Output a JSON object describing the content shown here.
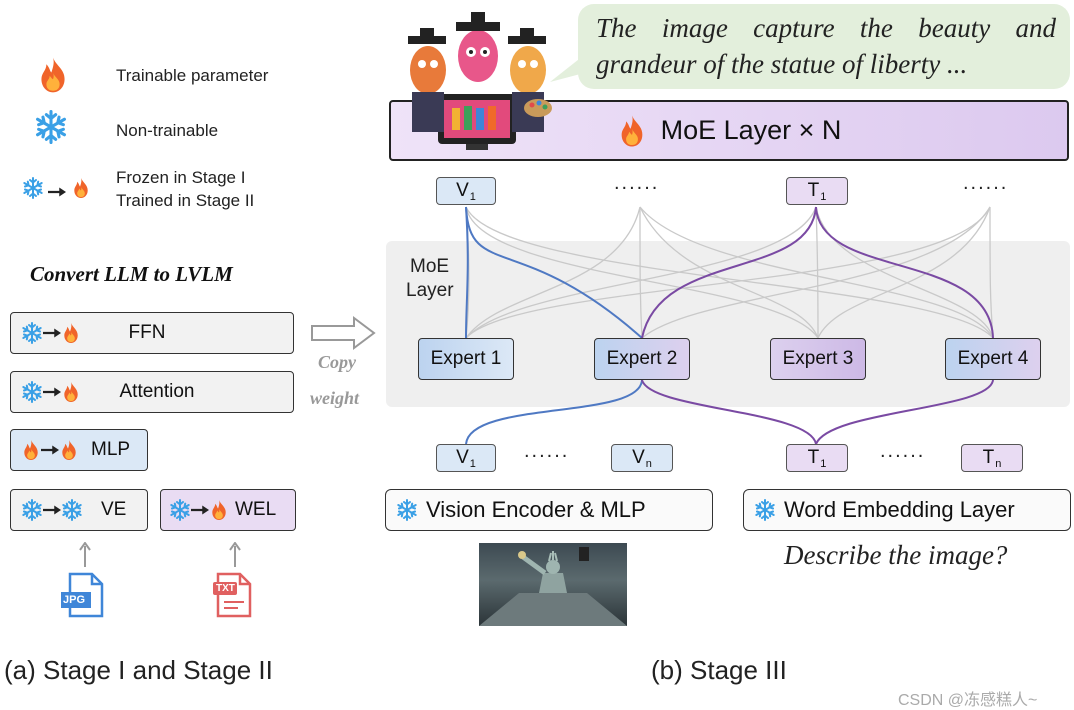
{
  "legend": {
    "trainable": "Trainable parameter",
    "non_trainable": "Non-trainable",
    "frozen_line1": "Frozen in Stage I",
    "frozen_line2": "Trained in Stage II"
  },
  "left_panel": {
    "heading": "Convert LLM to LVLM",
    "ffn": "FFN",
    "attention": "Attention",
    "mlp": "MLP",
    "ve": "VE",
    "wel": "WEL",
    "copy_line1": "Copy",
    "copy_line2": "weight",
    "jpg": "JPG",
    "txt": "TXT",
    "caption": "(a) Stage I and Stage II"
  },
  "right_panel": {
    "speech": "The image capture the beauty and grandeur of the statue of liberty ...",
    "moe_top": "MoE Layer × N",
    "top_tokens": {
      "v": "V",
      "v_sub": "1",
      "t": "T",
      "t_sub": "1",
      "dots": "......"
    },
    "moe_label_1": "MoE",
    "moe_label_2": "Layer",
    "experts": [
      "Expert 1",
      "Expert 2",
      "Expert 3",
      "Expert 4"
    ],
    "bottom_tokens": {
      "v1": "V",
      "v1_sub": "1",
      "vn": "V",
      "vn_sub": "n",
      "t1": "T",
      "t1_sub": "1",
      "tn": "T",
      "tn_sub": "n",
      "dots": "......"
    },
    "vision_encoder": "Vision Encoder & MLP",
    "word_embedding": "Word Embedding Layer",
    "question": "Describe the image?",
    "caption": "(b) Stage III"
  },
  "watermark": "CSDN @冻感糕人~",
  "colors": {
    "blue_route": "#4f79c3",
    "purple_route": "#7a4aa3",
    "blue_fill": "#dbe8f6",
    "purple_fill": "#e9dcf3"
  }
}
